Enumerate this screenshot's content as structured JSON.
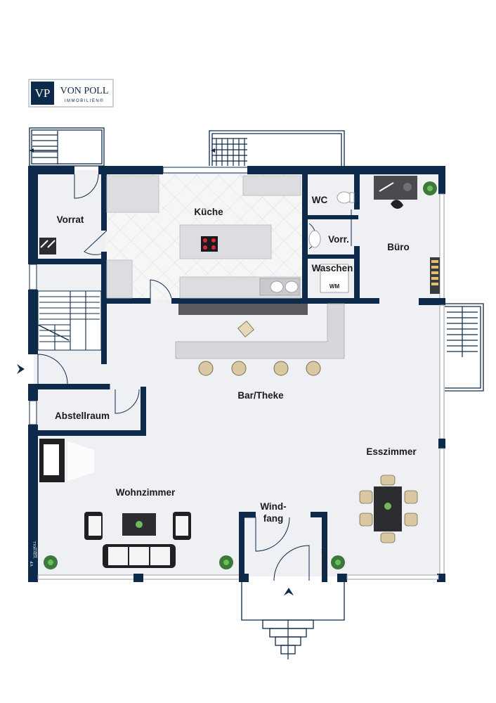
{
  "logo": {
    "monogram": "VP",
    "name": "VON POLL",
    "sub": "IMMOBILIEN®",
    "stamp_monogram": "VP",
    "stamp_name": "VON POLL",
    "stamp_sub": "IMMOBILIEN"
  },
  "rooms": {
    "vorrat": "Vorrat",
    "kueche": "Küche",
    "wc": "WC",
    "vorr": "Vorr.",
    "buero": "Büro",
    "waschen": "Waschen",
    "wm": "WM",
    "bar": "Bar/Theke",
    "abstellraum": "Abstellraum",
    "esszimmer": "Esszimmer",
    "wohnzimmer": "Wohnzimmer",
    "windfang_1": "Wind-",
    "windfang_2": "fang"
  },
  "watermark": "Immogrundriss",
  "colors": {
    "wall": "#0d2a4a",
    "floor": "#eef0f4",
    "kitchen_tile": "#f4f4f5"
  }
}
